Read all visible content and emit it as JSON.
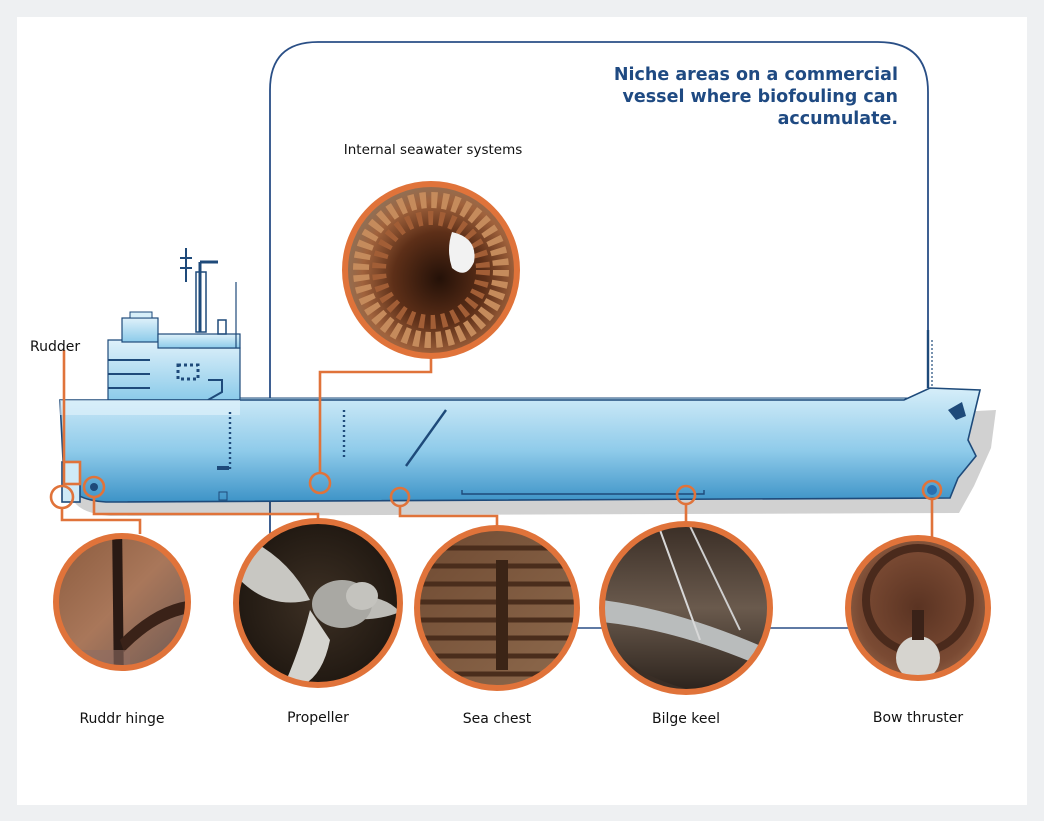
{
  "title": "Niche areas on a commercial vessel where biofouling can accumulate.",
  "labels": {
    "internal_seawater_systems": "Internal seawater systems",
    "rudder": "Rudder",
    "rudder_hinge": "Ruddr hinge",
    "propeller": "Propeller",
    "sea_chest": "Sea chest",
    "bilge_keel": "Bilge keel",
    "bow_thruster": "Bow thruster"
  },
  "colors": {
    "accent_orange": "#e0733a",
    "line_navy": "#2a4f86",
    "title_blue": "#1f4a82",
    "hull_light": "#cfeaf7",
    "hull_dark": "#4a9ccd"
  }
}
